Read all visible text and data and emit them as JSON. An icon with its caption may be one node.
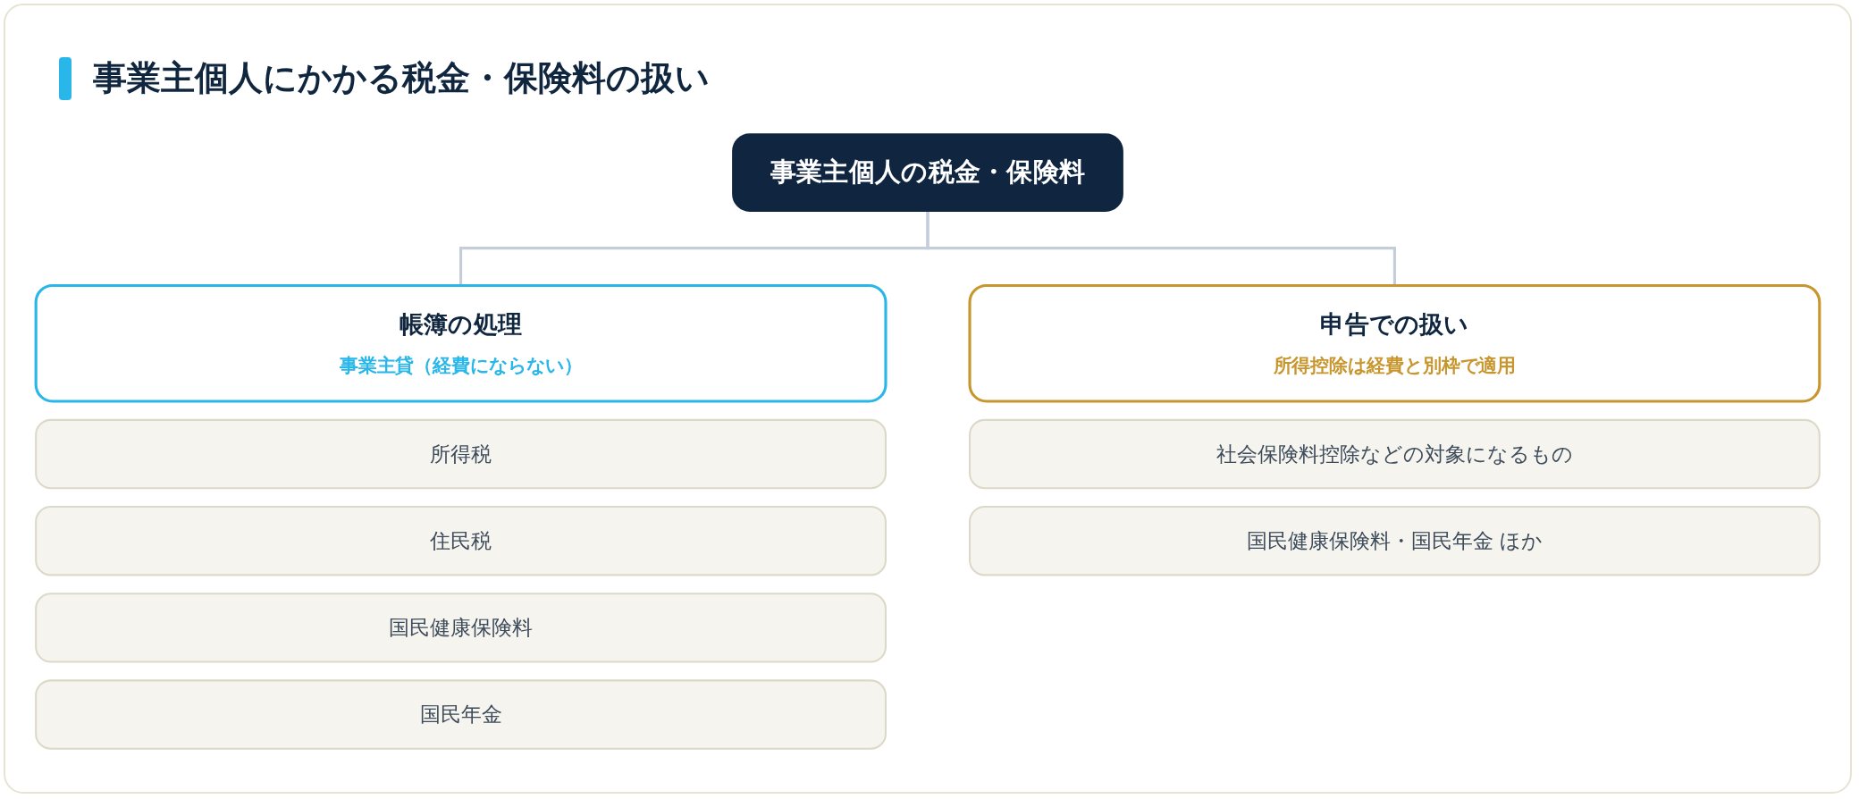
{
  "diagram": {
    "title": "事業主個人にかかる税金・保険料の扱い",
    "nodes": [
      {
        "text": [
          "事業主個人の税金・保険料"
        ]
      },
      {
        "text": [
          "帳簿の処理",
          "事業主貸（経費にならない）"
        ]
      },
      {
        "text": [
          "所得税"
        ]
      },
      {
        "text": [
          "住民税"
        ]
      },
      {
        "text": [
          "国民健康保険料"
        ]
      },
      {
        "text": [
          "国民年金"
        ]
      },
      {
        "text": [
          "申告での扱い",
          "所得控除は経費と別枠で適用"
        ]
      },
      {
        "text": [
          "社会保険料控除などの対象になるもの"
        ]
      },
      {
        "text": [
          "国民健康保険料・国民年金 ほか"
        ]
      }
    ],
    "edges": [
      {
        "from": 0,
        "to": 1,
        "arrow": "none"
      },
      {
        "from": 0,
        "to": 6,
        "arrow": "none"
      }
    ]
  }
}
